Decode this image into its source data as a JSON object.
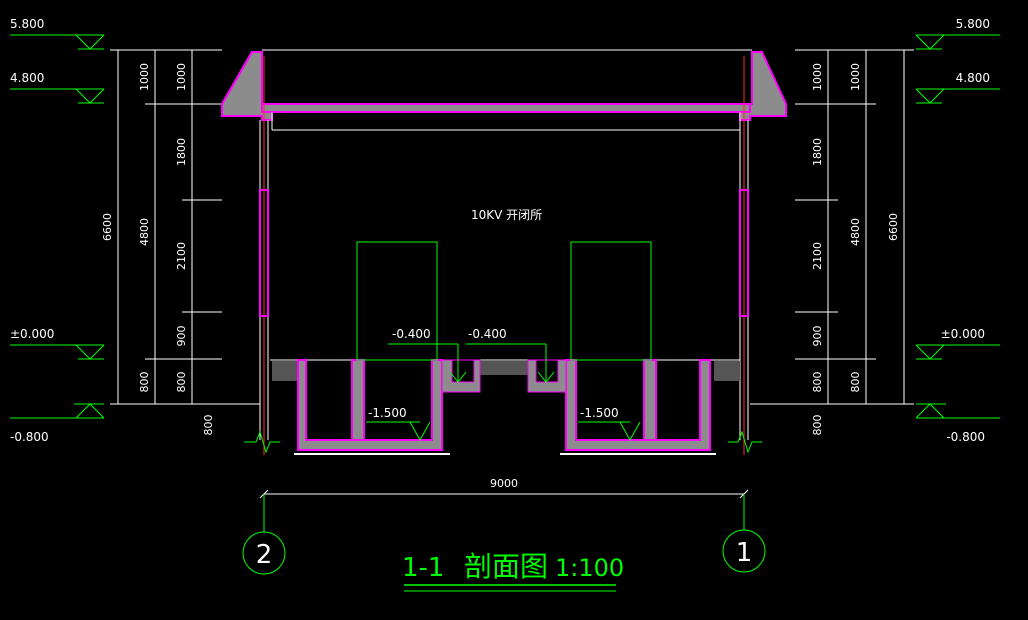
{
  "drawing": {
    "title": "1-1",
    "title_cn": "剖面图",
    "scale": "1:100",
    "room_label": "10KV 开闭所"
  },
  "elevations": {
    "roof_top": "5.800",
    "roof": "4.800",
    "floor": "±0.000",
    "ground": "-0.800"
  },
  "trench_levels": {
    "shelf": "-0.400",
    "bottom": "-1.500"
  },
  "dimensions": {
    "total_height": "6600",
    "wall_height": "4800",
    "parapet": "1000",
    "upper": "1800",
    "window": "2100",
    "sill": "900",
    "plinth": "800",
    "below": "800",
    "width": "9000"
  },
  "axes": {
    "left": "2",
    "right": "1"
  },
  "colors": {
    "background": "#000000",
    "line_white": "#ffffff",
    "line_green": "#00ff00",
    "concrete": "#8c8c8c",
    "magenta": "#ff00ff",
    "axis_red": "#ff2a2a"
  }
}
